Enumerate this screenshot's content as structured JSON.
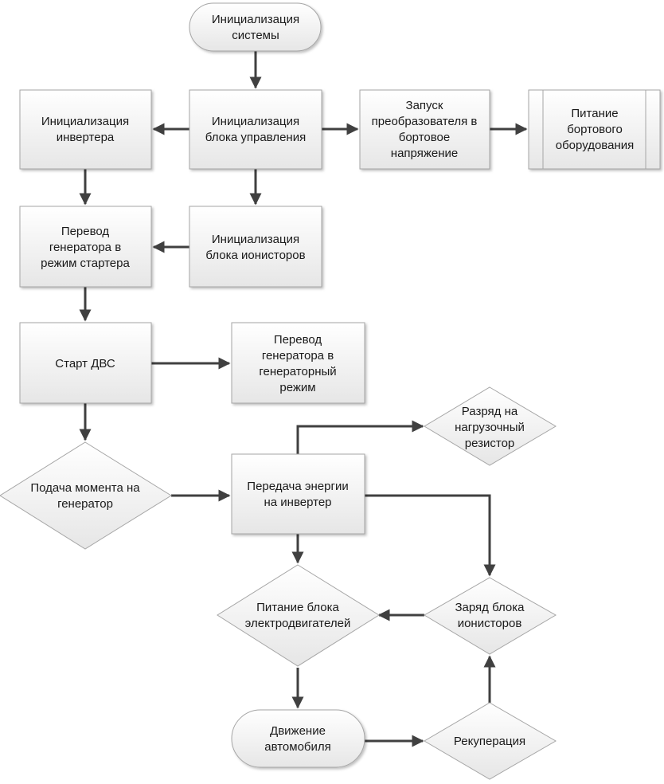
{
  "nodes": {
    "init_system": [
      "Инициализация",
      "системы"
    ],
    "init_inverter": [
      "Инициализация",
      "инвертера"
    ],
    "init_control": [
      "Инициализация",
      "блока управления"
    ],
    "start_converter": [
      "Запуск",
      "преобразователя в",
      "бортовое",
      "напряжение"
    ],
    "onboard_power": [
      "Питание",
      "бортового",
      "оборудования"
    ],
    "gen_to_starter": [
      "Перевод",
      "генератора в",
      "режим стартера"
    ],
    "init_ionistors": [
      "Инициализация",
      "блока ионисторов"
    ],
    "ice_start": [
      "Старт ДВС"
    ],
    "gen_to_generator": [
      "Перевод",
      "генератора в",
      "генераторный",
      "режим"
    ],
    "torque_to_gen": [
      "Подача момента на",
      "генератор"
    ],
    "energy_to_inverter": [
      "Передача энергии",
      "на инвертер"
    ],
    "discharge_resistor": [
      "Разряд на",
      "нагрузочный",
      "резистор"
    ],
    "motor_power": [
      "Питание блока",
      "электродвигателей"
    ],
    "charge_ionistors": [
      "Заряд блока",
      "ионисторов"
    ],
    "vehicle_motion": [
      "Движение",
      "автомобиля"
    ],
    "recuperation": [
      "Рекуперация"
    ]
  }
}
